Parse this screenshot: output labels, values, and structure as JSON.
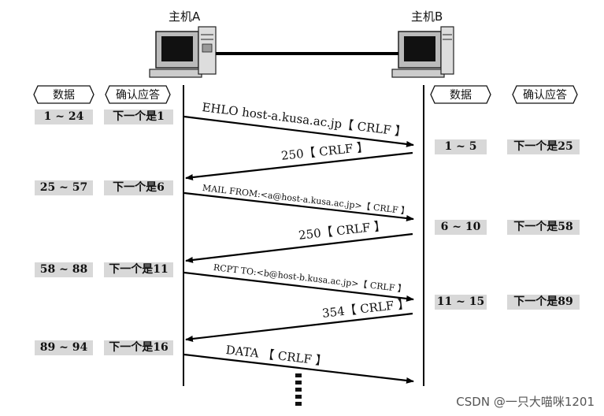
{
  "hosts": {
    "a": "主机A",
    "b": "主机B"
  },
  "headers": {
    "a_data": "数据",
    "a_ack": "确认应答",
    "b_data": "数据",
    "b_ack": "确认应答"
  },
  "host_a_rows": [
    {
      "data": "1 ~ 24",
      "ack": "下一个是1"
    },
    {
      "data": "25 ~ 57",
      "ack": "下一个是6"
    },
    {
      "data": "58 ~ 88",
      "ack": "下一个是11"
    },
    {
      "data": "89 ~ 94",
      "ack": "下一个是16"
    }
  ],
  "host_b_rows": [
    {
      "data": "1 ~ 5",
      "ack": "下一个是25"
    },
    {
      "data": "6 ~ 10",
      "ack": "下一个是58"
    },
    {
      "data": "11 ~ 15",
      "ack": "下一个是89"
    }
  ],
  "messages": [
    {
      "text": "EHLO host-a.kusa.ac.jp【 CRLF 】",
      "direction": "A-to-B"
    },
    {
      "text": "250【 CRLF 】",
      "direction": "B-to-A"
    },
    {
      "text": "MAIL FROM:<a@host-a.kusa.ac.jp>【 CRLF 】",
      "direction": "A-to-B"
    },
    {
      "text": "250【 CRLF 】",
      "direction": "B-to-A"
    },
    {
      "text": "RCPT TO:<b@host-b.kusa.ac.jp>【 CRLF 】",
      "direction": "A-to-B"
    },
    {
      "text": "354【 CRLF 】",
      "direction": "B-to-A"
    },
    {
      "text": "DATA 【 CRLF 】",
      "direction": "A-to-B"
    }
  ],
  "watermark": "CSDN @一只大喵咪1201"
}
